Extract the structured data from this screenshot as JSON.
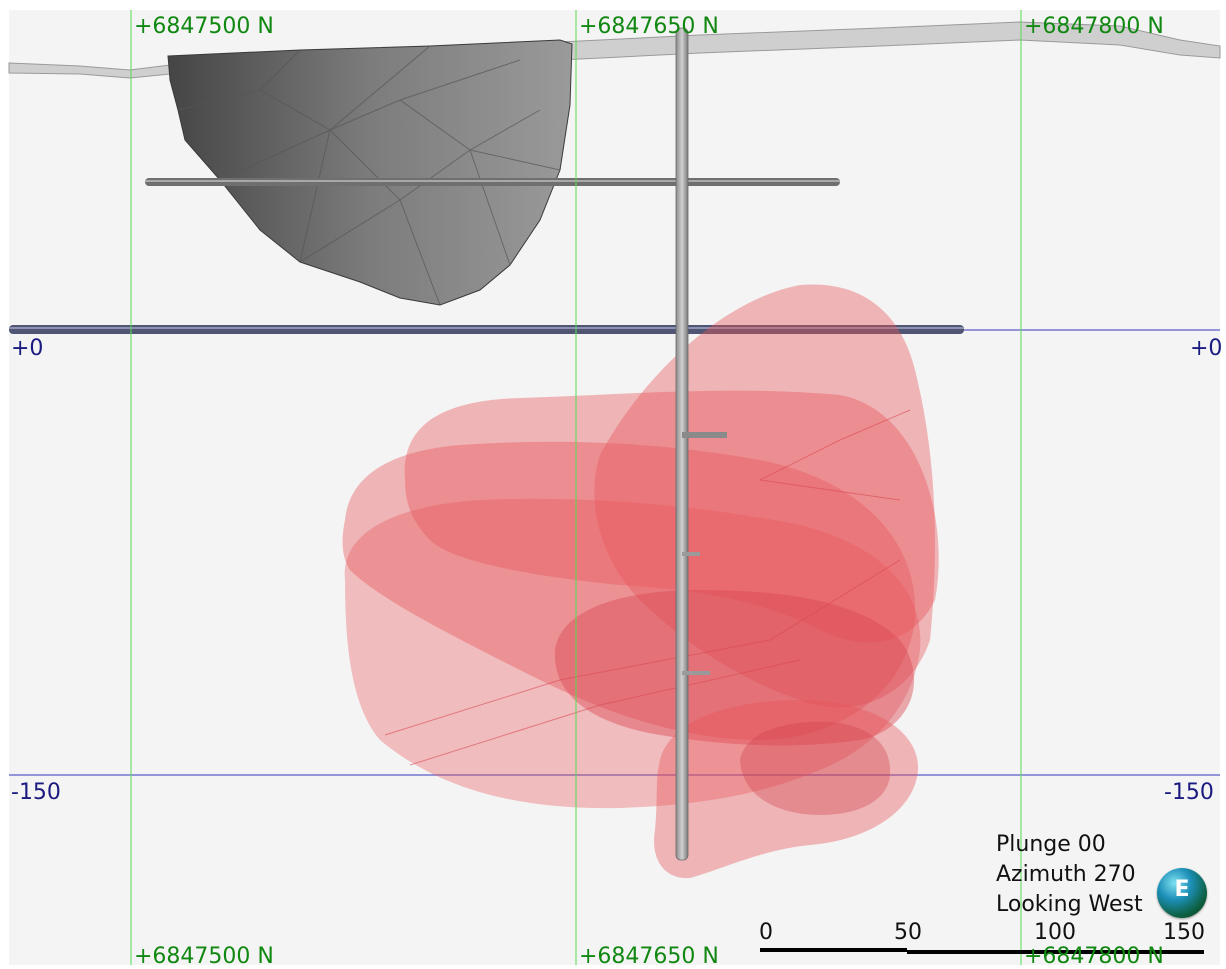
{
  "northings": {
    "top": [
      "+6847500 N",
      "+6847650 N",
      "+6847800 N"
    ],
    "bottom": [
      "+6847500 N",
      "+6847650 N",
      "+6847800 N"
    ]
  },
  "elevations": {
    "upper": {
      "left": "+0",
      "right": "+0"
    },
    "lower": {
      "left": "-150",
      "right": "-150"
    }
  },
  "view": {
    "plunge": "Plunge 00",
    "azimuth": "Azimuth 270",
    "direction": "Looking West"
  },
  "compass": {
    "letter": "E"
  },
  "scale_bar": {
    "ticks": [
      "0",
      "50",
      "100",
      "150"
    ]
  },
  "colors": {
    "grid_north": "#55dd55",
    "grid_elevation": "#3333bb",
    "orebody": "#e8545a",
    "pit": "#5f5f5f"
  }
}
